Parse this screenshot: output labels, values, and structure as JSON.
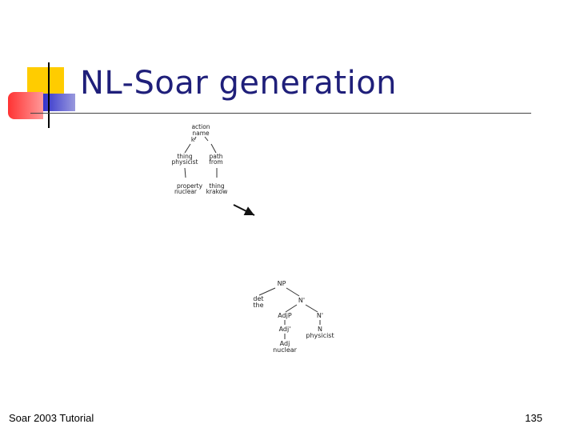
{
  "slide": {
    "title": "NL-Soar generation",
    "footer_left": "Soar 2003 Tutorial",
    "page_number": "135",
    "colors": {
      "title": "#1f1f7a",
      "accent_yellow": "#ffcc00",
      "accent_red": "#ff3333",
      "accent_blue": "#3333cc",
      "rule": "#000000"
    }
  },
  "semantic_tree": {
    "root": {
      "type": "action",
      "word": "name"
    },
    "mid_left_label": "k",
    "left_child": {
      "type": "thing",
      "word": "physicist"
    },
    "right_child": {
      "type": "path",
      "word": "from"
    },
    "left_grandchild": {
      "type": "property",
      "word": "nuclear"
    },
    "right_grandchild": {
      "type": "thing",
      "word": "krakow"
    }
  },
  "syntax_tree": {
    "root": "NP",
    "det": {
      "label": "det",
      "word": "the"
    },
    "nbar1": "N'",
    "adjp": "AdjP",
    "nbar2": "N'",
    "adjbar": "Adj'",
    "n": {
      "label": "N",
      "word": "physicist"
    },
    "adj": {
      "label": "Adj",
      "word": "nuclear"
    }
  }
}
